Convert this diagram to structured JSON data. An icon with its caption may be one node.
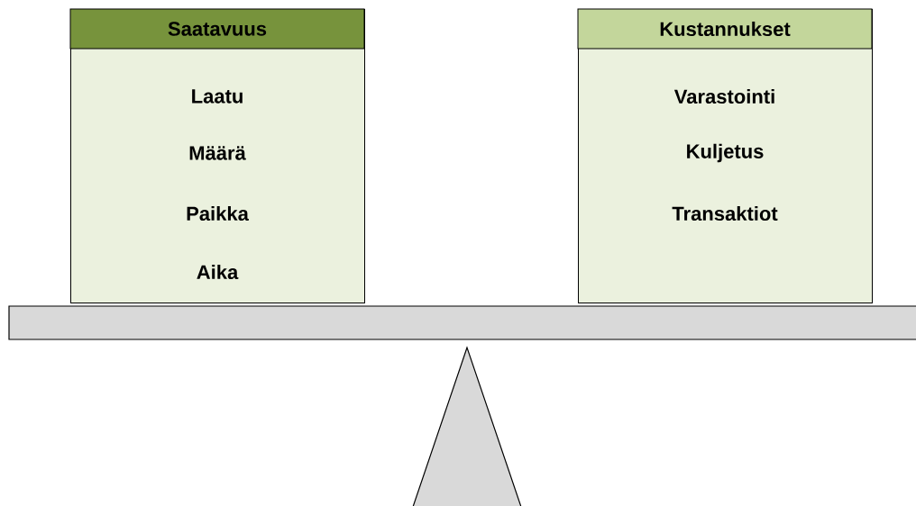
{
  "diagram": {
    "nodes": [
      {
        "text": [
          "Saatavuus",
          "Laatu",
          "Määrä",
          "Paikka",
          "Aika"
        ]
      },
      {
        "text": [
          "Kustannukset",
          "Varastointi",
          "Kuljetus",
          "Transaktiot"
        ]
      }
    ]
  }
}
